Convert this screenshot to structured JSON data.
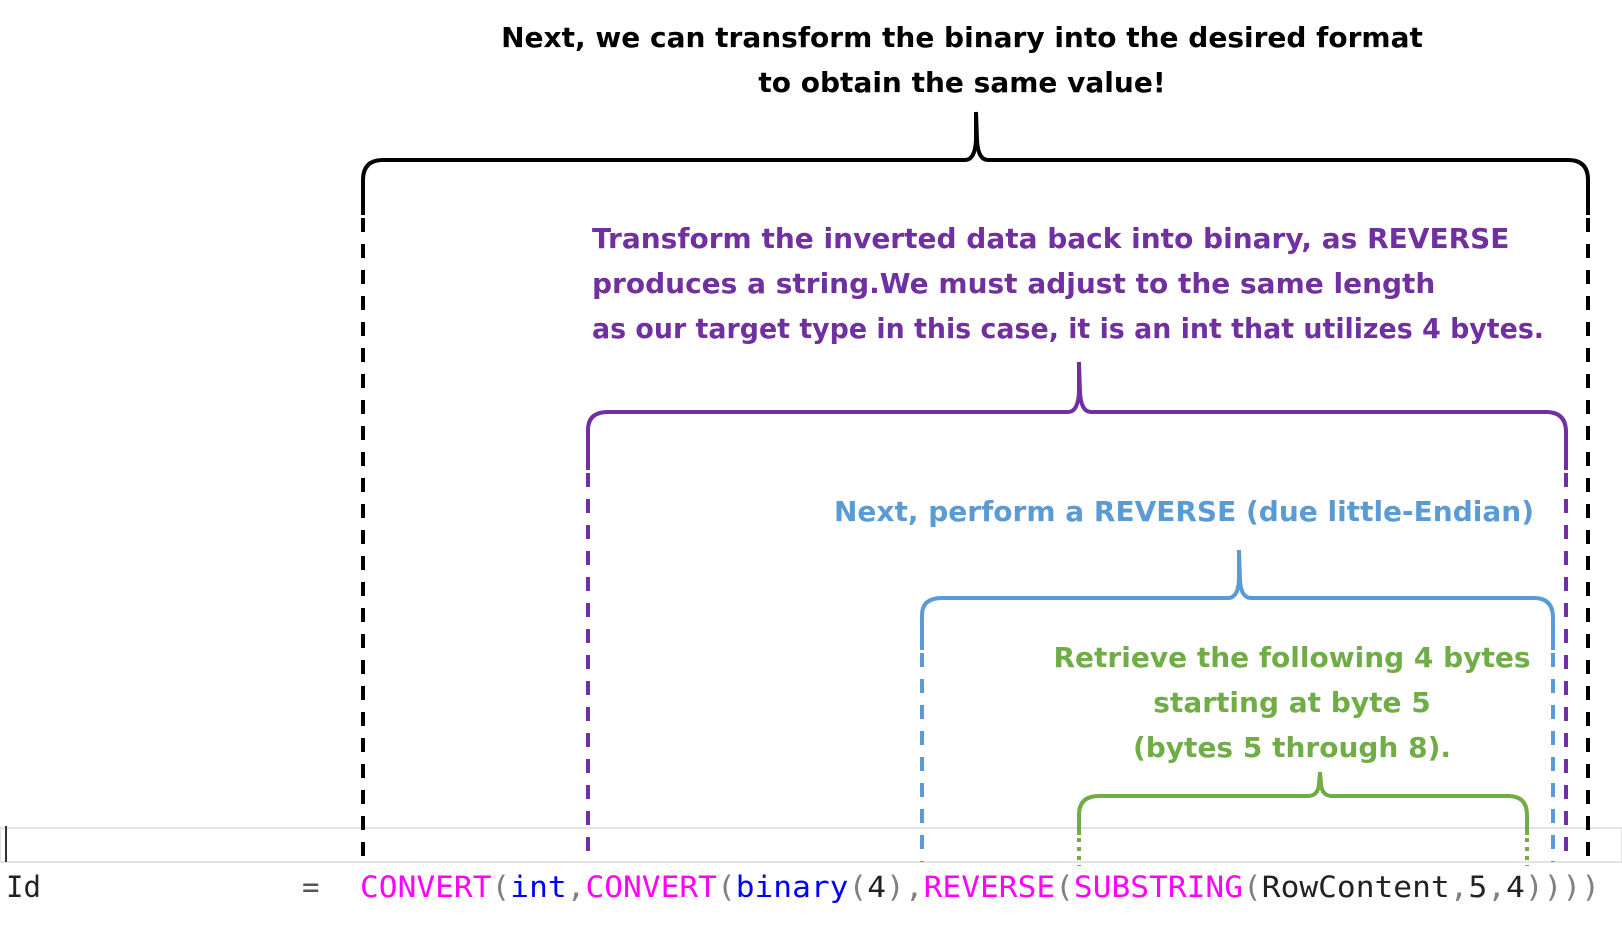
{
  "colors": {
    "black": "#000000",
    "purple": "#7030a0",
    "blue": "#5b9bd5",
    "green": "#70ad47",
    "func_magenta": "#ff00ff",
    "type_blue": "#0000ff",
    "punct_gray": "#808080",
    "code_text": "#222222"
  },
  "annotations": {
    "outer": {
      "line1": "Next, we can transform the binary into the desired format",
      "line2": "to obtain the same value!"
    },
    "convert_binary": {
      "line1": "Transform the inverted data back into binary, as REVERSE",
      "line2": "produces a string.We must adjust to the same length",
      "line3": "as our target type  in this case, it is an int that utilizes 4 bytes."
    },
    "reverse": {
      "line1": "Next, perform a REVERSE (due little-Endian)"
    },
    "substring": {
      "line1": "Retrieve the following 4 bytes",
      "line2": "starting at byte 5",
      "line3": "(bytes 5 through 8)."
    }
  },
  "code": {
    "column": "Id",
    "equals": "=",
    "tokens": {
      "convert1": "CONVERT",
      "open1": "(",
      "int": "int",
      "comma1": ",",
      "convert2": "CONVERT",
      "open2": "(",
      "binary": "binary",
      "open3": "(",
      "four1": "4",
      "close3": ")",
      "comma2": ",",
      "reverse": "REVERSE",
      "open4": "(",
      "substring": "SUBSTRING",
      "open5": "(",
      "rowcontent": "RowContent",
      "comma3": ",",
      "five": "5",
      "comma4": ",",
      "four2": "4",
      "closing": "))))"
    }
  }
}
